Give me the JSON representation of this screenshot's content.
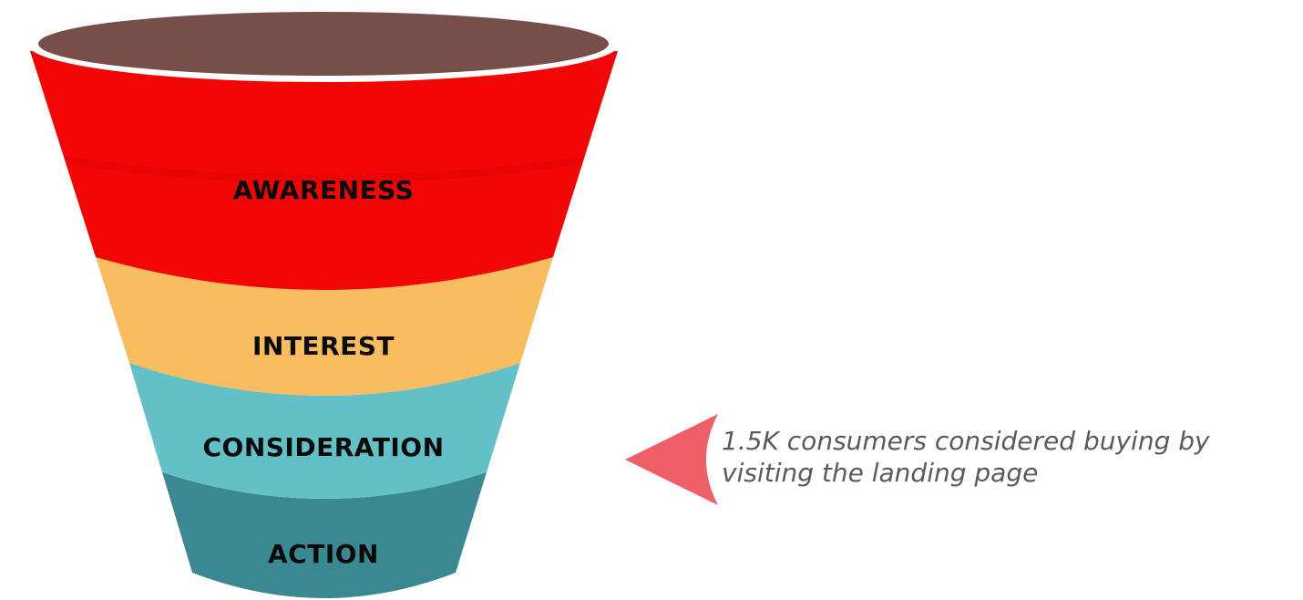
{
  "funnel": {
    "stages": [
      {
        "label": "AWARENESS",
        "color": "#f20505"
      },
      {
        "label": "INTEREST",
        "color": "#f7bd5e"
      },
      {
        "label": "CONSIDERATION",
        "color": "#62c0c6"
      },
      {
        "label": "ACTION",
        "color": "#3a8892"
      }
    ],
    "top_color": "#774e49",
    "rim_color": "#ffffff"
  },
  "callout": {
    "line1": "1.5K consumers considered buying by",
    "line2": "visiting the landing page",
    "arrow_color": "#ef6066",
    "points_to": "CONSIDERATION"
  }
}
